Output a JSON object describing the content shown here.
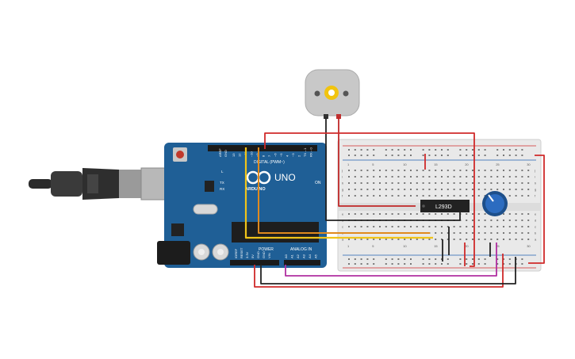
{
  "arduino": {
    "logo": "ARDUINO",
    "model": "UNO",
    "digital_label": "DIGITAL (PWM~)",
    "power_label": "POWER",
    "analog_label": "ANALOG IN",
    "on_label": "ON",
    "tx_label": "TX",
    "rx_label": "RX",
    "l_label": "L",
    "aref_label": "AREF",
    "gnd_label": "GND",
    "ioref_label": "IOREF",
    "reset_label": "RESET",
    "v33_label": "3.3V",
    "v5_label": "5V",
    "vin_label": "VIN",
    "digital_pins": [
      "13",
      "12",
      "~11",
      "~10",
      "~9",
      "8",
      "7",
      "~6",
      "~5",
      "4",
      "~3",
      "2",
      "TX→1",
      "RX←0"
    ],
    "analog_pins": [
      "A0",
      "A1",
      "A2",
      "A3",
      "A4",
      "A5"
    ]
  },
  "chip": {
    "label": "L293D"
  },
  "breadboard": {
    "row_numbers": [
      "1",
      "5",
      "10",
      "15",
      "20",
      "25",
      "30"
    ],
    "row_letters_top": [
      "j",
      "i",
      "h",
      "g",
      "f"
    ],
    "row_letters_bottom": [
      "e",
      "d",
      "c",
      "b",
      "a"
    ]
  },
  "colors": {
    "board_blue": "#1f5f96",
    "wire_red": "#d02a2a",
    "wire_black": "#222222",
    "wire_yellow": "#f0c419",
    "wire_orange": "#e08a1e",
    "wire_magenta": "#b02ea0",
    "breadboard": "#e9e9e9"
  }
}
